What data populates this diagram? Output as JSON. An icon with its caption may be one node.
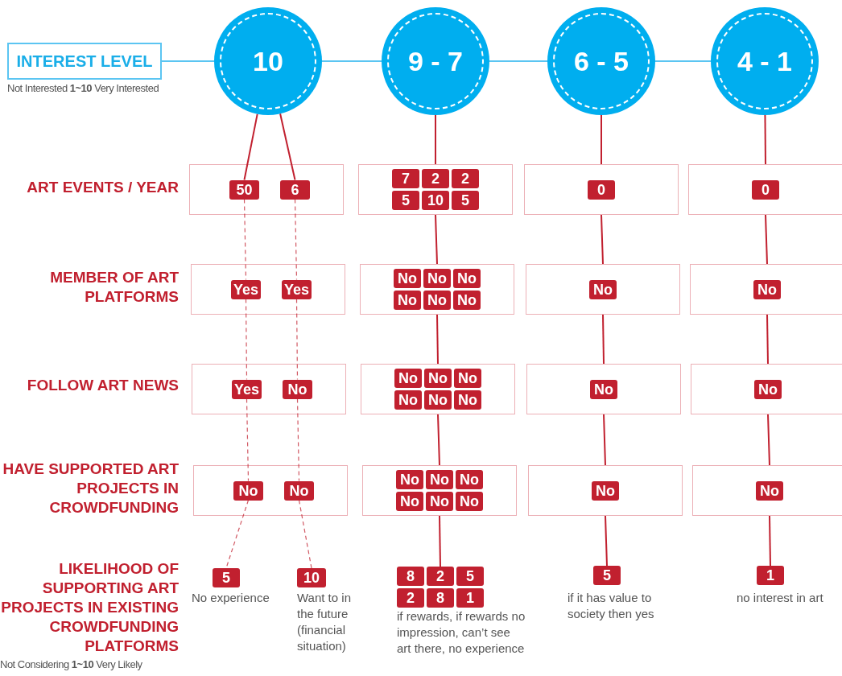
{
  "diagram": {
    "nodes": [
      {
        "text": [
          "INTEREST LEVEL"
        ],
        "beside": [
          "Not Interested **1~10** Very Interested"
        ]
      },
      {
        "text": [
          "10"
        ]
      },
      {
        "text": [
          "9 - 7"
        ]
      },
      {
        "text": [
          "6 - 5"
        ]
      },
      {
        "text": [
          "4 - 1"
        ]
      },
      {
        "text": [],
        "shape": "box"
      },
      {
        "text": [
          "50"
        ],
        "in": 5
      },
      {
        "text": [
          "6"
        ],
        "in": 5
      },
      {
        "text": [],
        "shape": "box"
      },
      {
        "text": [
          "7"
        ],
        "in": 8
      },
      {
        "text": [
          "2"
        ],
        "in": 8
      },
      {
        "text": [
          "2"
        ],
        "in": 8
      },
      {
        "text": [
          "5"
        ],
        "in": 8
      },
      {
        "text": [
          "10"
        ],
        "in": 8
      },
      {
        "text": [
          "5"
        ],
        "in": 8
      },
      {
        "text": [],
        "shape": "box"
      },
      {
        "text": [
          "0"
        ],
        "in": 15
      },
      {
        "text": [],
        "shape": "box"
      },
      {
        "text": [
          "0"
        ],
        "in": 17
      },
      {
        "text": [],
        "shape": "box"
      },
      {
        "text": [
          "Yes"
        ],
        "in": 19
      },
      {
        "text": [
          "Yes"
        ],
        "in": 19
      },
      {
        "text": [],
        "shape": "box"
      },
      {
        "text": [
          "No"
        ],
        "in": 22
      },
      {
        "text": [
          "No"
        ],
        "in": 22
      },
      {
        "text": [
          "No"
        ],
        "in": 22
      },
      {
        "text": [
          "No"
        ],
        "in": 22
      },
      {
        "text": [
          "No"
        ],
        "in": 22
      },
      {
        "text": [
          "No"
        ],
        "in": 22
      },
      {
        "text": [],
        "shape": "box"
      },
      {
        "text": [
          "No"
        ],
        "in": 29
      },
      {
        "text": [],
        "shape": "box"
      },
      {
        "text": [
          "No"
        ],
        "in": 31
      },
      {
        "text": [],
        "shape": "box"
      },
      {
        "text": [
          "Yes"
        ],
        "in": 33
      },
      {
        "text": [
          "No"
        ],
        "in": 33
      },
      {
        "text": [],
        "shape": "box"
      },
      {
        "text": [
          "No"
        ],
        "in": 36
      },
      {
        "text": [
          "No"
        ],
        "in": 36
      },
      {
        "text": [
          "No"
        ],
        "in": 36
      },
      {
        "text": [
          "No"
        ],
        "in": 36
      },
      {
        "text": [
          "No"
        ],
        "in": 36
      },
      {
        "text": [
          "No"
        ],
        "in": 36
      },
      {
        "text": [],
        "shape": "box"
      },
      {
        "text": [
          "No"
        ],
        "in": 43
      },
      {
        "text": [],
        "shape": "box"
      },
      {
        "text": [
          "No"
        ],
        "in": 45
      },
      {
        "text": [],
        "shape": "box"
      },
      {
        "text": [
          "No"
        ],
        "in": 47
      },
      {
        "text": [
          "No"
        ],
        "in": 47
      },
      {
        "text": [],
        "shape": "box"
      },
      {
        "text": [
          "No"
        ],
        "in": 50
      },
      {
        "text": [
          "No"
        ],
        "in": 50
      },
      {
        "text": [
          "No"
        ],
        "in": 50
      },
      {
        "text": [
          "No"
        ],
        "in": 50
      },
      {
        "text": [
          "No"
        ],
        "in": 50
      },
      {
        "text": [
          "No"
        ],
        "in": 50
      },
      {
        "text": [],
        "shape": "box"
      },
      {
        "text": [
          "No"
        ],
        "in": 57
      },
      {
        "text": [],
        "shape": "box"
      },
      {
        "text": [
          "No"
        ],
        "in": 59
      },
      {
        "text": [
          "5"
        ],
        "beside": [
          "No experience"
        ]
      },
      {
        "text": [
          "10"
        ],
        "beside": [
          "Want to in the future (financial situation)"
        ]
      },
      {
        "text": [
          "8"
        ]
      },
      {
        "text": [
          "2"
        ]
      },
      {
        "text": [
          "5"
        ]
      },
      {
        "text": [
          "2"
        ],
        "beside": [
          "if rewards, if rewards no impression, can’t see art there, no experience"
        ]
      },
      {
        "text": [
          "8"
        ]
      },
      {
        "text": [
          "1"
        ]
      },
      {
        "text": [
          "5"
        ],
        "beside": [
          "if it has value to society then yes"
        ]
      },
      {
        "text": [
          "1"
        ],
        "beside": [
          "no interest in art"
        ]
      }
    ],
    "edges": [
      {
        "from": 0,
        "to": 1,
        "arrow": "none",
        "color": "#5bc5f2"
      },
      {
        "from": 1,
        "to": 2,
        "arrow": "none",
        "color": "#5bc5f2"
      },
      {
        "from": 2,
        "to": 3,
        "arrow": "none",
        "color": "#5bc5f2"
      },
      {
        "from": 3,
        "to": 4,
        "arrow": "none",
        "color": "#5bc5f2"
      },
      {
        "from": 1,
        "to": 6,
        "arrow": "none"
      },
      {
        "from": 1,
        "to": 7,
        "arrow": "none"
      },
      {
        "from": 6,
        "to": 20,
        "arrow": "none",
        "style": "dashed"
      },
      {
        "from": 20,
        "to": 34,
        "arrow": "none",
        "style": "dashed"
      },
      {
        "from": 34,
        "to": 48,
        "arrow": "none",
        "style": "dashed"
      },
      {
        "from": 48,
        "to": 61,
        "arrow": "none",
        "style": "dashed"
      },
      {
        "from": 7,
        "to": 21,
        "arrow": "none",
        "style": "dashed"
      },
      {
        "from": 21,
        "to": 35,
        "arrow": "none",
        "style": "dashed"
      },
      {
        "from": 35,
        "to": 49,
        "arrow": "none",
        "style": "dashed"
      },
      {
        "from": 49,
        "to": 62,
        "arrow": "none",
        "style": "dashed"
      },
      {
        "from": 2,
        "to": 8,
        "arrow": "none"
      },
      {
        "from": 8,
        "to": 22,
        "arrow": "none"
      },
      {
        "from": 22,
        "to": 36,
        "arrow": "none"
      },
      {
        "from": 36,
        "to": 50,
        "arrow": "none"
      },
      {
        "from": 50,
        "to": 64,
        "arrow": "none"
      },
      {
        "from": 3,
        "to": 15,
        "arrow": "none"
      },
      {
        "from": 15,
        "to": 29,
        "arrow": "none"
      },
      {
        "from": 29,
        "to": 43,
        "arrow": "none"
      },
      {
        "from": 43,
        "to": 57,
        "arrow": "none"
      },
      {
        "from": 57,
        "to": 69,
        "arrow": "none"
      },
      {
        "from": 4,
        "to": 17,
        "arrow": "none"
      },
      {
        "from": 17,
        "to": 31,
        "arrow": "none"
      },
      {
        "from": 31,
        "to": 45,
        "arrow": "none"
      },
      {
        "from": 45,
        "to": 59,
        "arrow": "none"
      },
      {
        "from": 59,
        "to": 70,
        "arrow": "none"
      }
    ],
    "labels": [
      "ART EVENTS / YEAR",
      "MEMBER OF ART PLATFORMS",
      "FOLLOW ART NEWS",
      "HAVE SUPPORTED ART PROJECTS IN CROWDFUNDING",
      "LIKELIHOOD OF SUPPORTING ART PROJECTS IN EXISTING CROWDFUNDING PLATFORMS",
      "Not Considering **1~10** Very Likely"
    ]
  }
}
